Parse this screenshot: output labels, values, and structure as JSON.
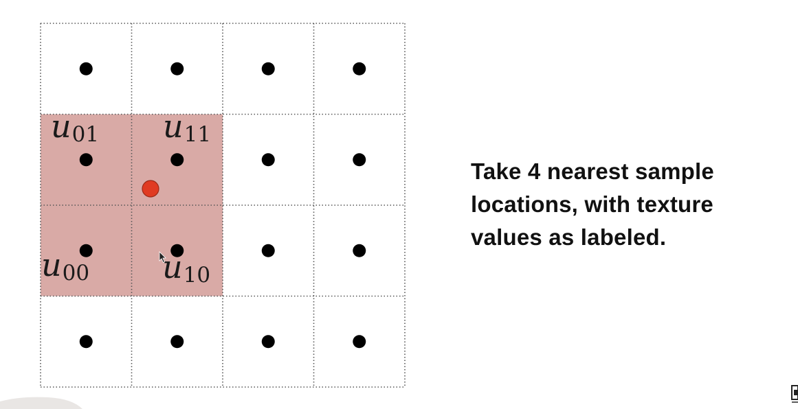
{
  "diagram": {
    "grid": {
      "rows": 4,
      "cols": 4
    },
    "highlighted_cells": [
      {
        "row": 1,
        "col": 0
      },
      {
        "row": 1,
        "col": 1
      },
      {
        "row": 2,
        "col": 0
      },
      {
        "row": 2,
        "col": 1
      }
    ],
    "labels": [
      {
        "id": "u01",
        "base": "u",
        "sub": "01"
      },
      {
        "id": "u11",
        "base": "u",
        "sub": "11"
      },
      {
        "id": "u00",
        "base": "u",
        "sub": "00"
      },
      {
        "id": "u10",
        "base": "u",
        "sub": "10"
      }
    ],
    "colors": {
      "highlight": "#d9aaa6",
      "query_point": "#e03b22",
      "sample_dot": "#000000"
    }
  },
  "caption": {
    "line1": "Take 4 nearest sample",
    "line2": "locations, with texture",
    "line3": "values as labeled."
  },
  "icons": {
    "cursor": "mouse-cursor-icon",
    "fullscreen": "fullscreen-icon"
  }
}
